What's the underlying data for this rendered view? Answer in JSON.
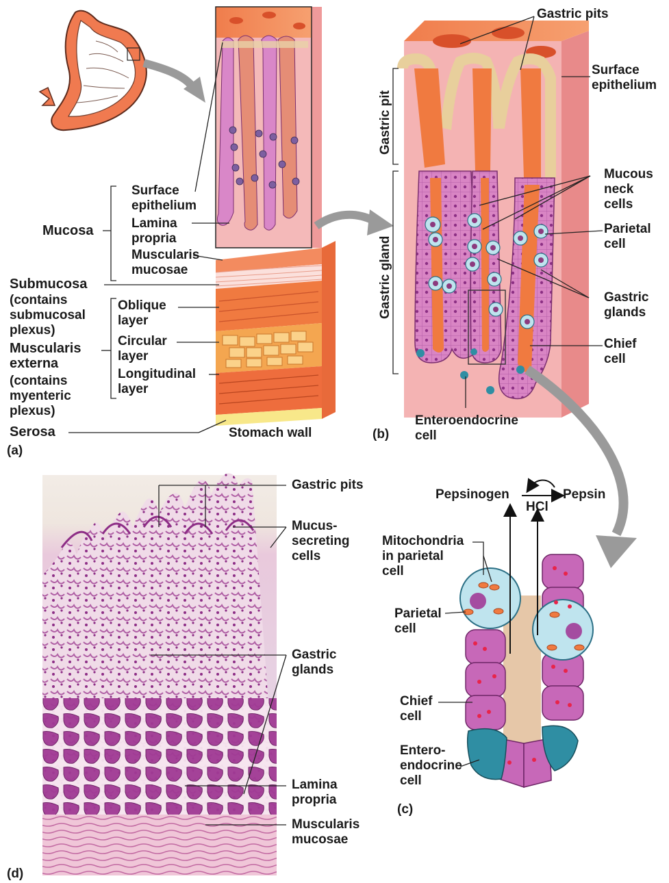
{
  "panel_a": {
    "letter": "(a)",
    "caption": "Stomach wall",
    "mucosa": "Mucosa",
    "surface_epithelium": [
      "Surface",
      "epithelium"
    ],
    "lamina_propria": [
      "Lamina",
      "propria"
    ],
    "muscularis_mucosae": [
      "Muscularis",
      "mucosae"
    ],
    "submucosa": "Submucosa",
    "submucosa_note": [
      "(contains",
      "submucosal",
      "plexus)"
    ],
    "muscularis_externa": [
      "Muscularis",
      "externa"
    ],
    "muscularis_externa_note": [
      "(contains",
      "myenteric",
      "plexus)"
    ],
    "oblique": [
      "Oblique",
      "layer"
    ],
    "circular": [
      "Circular",
      "layer"
    ],
    "longitudinal": [
      "Longitudinal",
      "layer"
    ],
    "serosa": "Serosa"
  },
  "panel_b": {
    "letter": "(b)",
    "gastric_pits": "Gastric pits",
    "surface_epithelium": [
      "Surface",
      "epithelium"
    ],
    "mucous_neck": [
      "Mucous",
      "neck",
      "cells"
    ],
    "parietal": [
      "Parietal",
      "cell"
    ],
    "gastric_glands": [
      "Gastric",
      "glands"
    ],
    "chief": [
      "Chief",
      "cell"
    ],
    "enteroendocrine": [
      "Enteroendocrine",
      "cell"
    ],
    "gastric_pit_bracket": "Gastric pit",
    "gastric_gland_bracket": "Gastric gland"
  },
  "panel_c": {
    "letter": "(c)",
    "pepsinogen": "Pepsinogen",
    "pepsin": "Pepsin",
    "hcl": "HCl",
    "mitochondria": [
      "Mitochondria",
      "in parietal",
      "cell"
    ],
    "parietal": [
      "Parietal",
      "cell"
    ],
    "chief": [
      "Chief",
      "cell"
    ],
    "enteroendocrine": [
      "Entero-",
      "endocrine",
      "cell"
    ]
  },
  "panel_d": {
    "letter": "(d)",
    "gastric_pits": "Gastric pits",
    "mucus_secreting": [
      "Mucus-",
      "secreting",
      "cells"
    ],
    "gastric_glands": [
      "Gastric",
      "glands"
    ],
    "lamina_propria": [
      "Lamina",
      "propria"
    ],
    "muscularis_mucosae": [
      "Muscularis",
      "mucosae"
    ]
  },
  "colors": {
    "mucosa_pink": "#f6b3b3",
    "muscle_orange": "#f07a40",
    "gland_magenta": "#c768b8",
    "enteroendocrine_teal": "#2f8ea3",
    "parietal_blue": "#bfe4ee",
    "histology_purple": "#9b3c8c",
    "arrow_gray": "#9a9a9a"
  }
}
